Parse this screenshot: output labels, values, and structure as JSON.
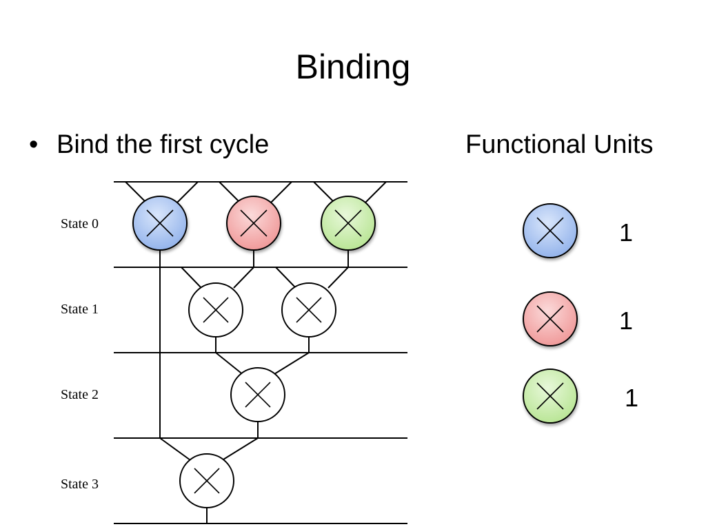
{
  "slide": {
    "title": "Binding",
    "bullet": "Bind the first cycle",
    "bullet_marker": "•"
  },
  "diagram": {
    "states": [
      {
        "label": "State 0"
      },
      {
        "label": "State 1"
      },
      {
        "label": "State 2"
      },
      {
        "label": "State 3"
      }
    ],
    "operator_icon": "multiply-icon",
    "bound_colors": {
      "blue": "#a9c3f0",
      "red": "#f3a9a9",
      "green": "#c9eeaa"
    },
    "unbound_color": "#ffffff"
  },
  "functional_units": {
    "heading": "Functional Units",
    "units": [
      {
        "color": "#a9c3f0",
        "count": "1"
      },
      {
        "color": "#f3a9a9",
        "count": "1"
      },
      {
        "color": "#c9eeaa",
        "count": "1"
      }
    ]
  }
}
